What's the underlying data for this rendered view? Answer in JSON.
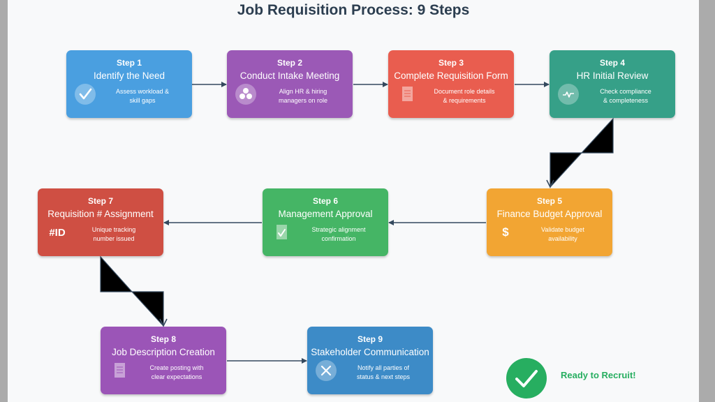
{
  "title": "Job Requisition Process: 9 Steps",
  "colors": {
    "step1": "#4a9fe0",
    "step2": "#9b59b6",
    "step3": "#e95d4f",
    "step4": "#36a088",
    "step5": "#f2a533",
    "step6": "#45b565",
    "step7": "#cf4f43",
    "step8": "#9b55b7",
    "step9": "#3d8bc7",
    "ready": "#27ae60",
    "connector": "#34495e"
  },
  "steps": [
    {
      "number": "Step 1",
      "name": "Identify the Need",
      "icon": "checkmark-icon",
      "description": [
        "Assess workload &",
        "skill gaps"
      ]
    },
    {
      "number": "Step 2",
      "name": "Conduct Intake Meeting",
      "icon": "team-icon",
      "description": [
        "Align HR & hiring",
        "managers on role"
      ]
    },
    {
      "number": "Step 3",
      "name": "Complete Requisition Form",
      "icon": "document-icon",
      "description": [
        "Document role details",
        "& requirements"
      ]
    },
    {
      "number": "Step 4",
      "name": "HR Initial Review",
      "icon": "activity-check-icon",
      "description": [
        "Check compliance",
        "& completeness"
      ]
    },
    {
      "number": "Step 5",
      "name": "Finance Budget Approval",
      "icon": "dollar-icon",
      "icon_text": "$",
      "description": [
        "Validate budget",
        "availability"
      ]
    },
    {
      "number": "Step 6",
      "name": "Management Approval",
      "icon": "approval-document-icon",
      "description": [
        "Strategic alignment",
        "confirmation"
      ]
    },
    {
      "number": "Step 7",
      "name": "Requisition # Assignment",
      "icon": "id-icon",
      "icon_text": "#ID",
      "description": [
        "Unique tracking",
        "number issued"
      ]
    },
    {
      "number": "Step 8",
      "name": "Job Description Creation",
      "icon": "document-icon",
      "description": [
        "Create posting with",
        "clear expectations"
      ]
    },
    {
      "number": "Step 9",
      "name": "Stakeholder Communication",
      "icon": "cross-circle-icon",
      "description": [
        "Notify all parties of",
        "status & next steps"
      ]
    }
  ],
  "completion": {
    "label": "Ready to Recruit!",
    "icon": "checkmark-circle-icon"
  }
}
